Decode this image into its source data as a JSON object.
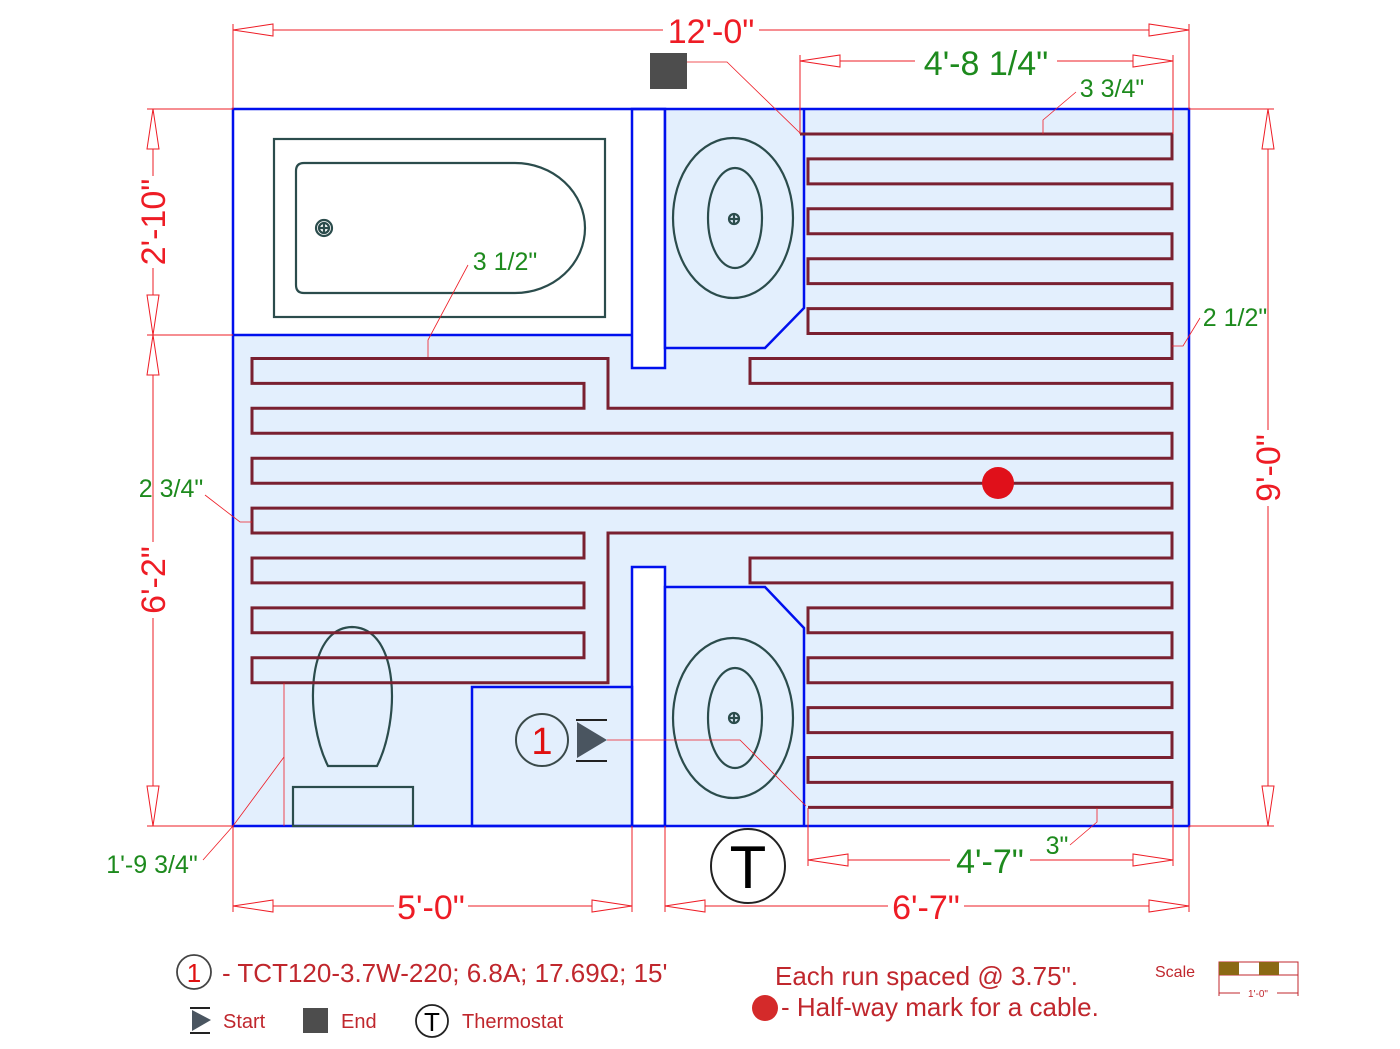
{
  "dimensions": {
    "overall_width": "12'-0\"",
    "overall_height": "9'-0\"",
    "right_runs_top": "4'-8 1/4\"",
    "right_runs_bottom": "4'-7\"",
    "tub_depth": "2'-10\"",
    "lower_depth": "6'-2\"",
    "left_bottom": "5'-0\"",
    "right_bottom": "6'-7\"",
    "offset_top": "3 3/4\"",
    "offset_right": "2 1/2\"",
    "offset_tub": "3 1/2\"",
    "offset_left": "2 3/4\"",
    "offset_toilet": "1'-9 3/4\"",
    "offset_bottom": "3\""
  },
  "markers": {
    "cable_number": "1",
    "thermostat_letter": "T"
  },
  "legend": {
    "cable_number": "1",
    "cable_spec": "- TCT120-3.7W-220; 6.8A; 17.69Ω; 15'",
    "spacing_note": "Each run spaced @ 3.75\".",
    "halfway_note": "- Half-way mark for a cable.",
    "start_label": "Start",
    "end_label": "End",
    "thermostat_letter": "T",
    "thermostat_label": "Thermostat",
    "scale_label": "Scale",
    "scale_value": "1'-0\""
  },
  "colors": {
    "dimension": "#ee1c25",
    "cable": "#7a2030",
    "wall": "#0010ee",
    "heated_area": "#e3effd",
    "halfway_mark": "#e0101a"
  }
}
